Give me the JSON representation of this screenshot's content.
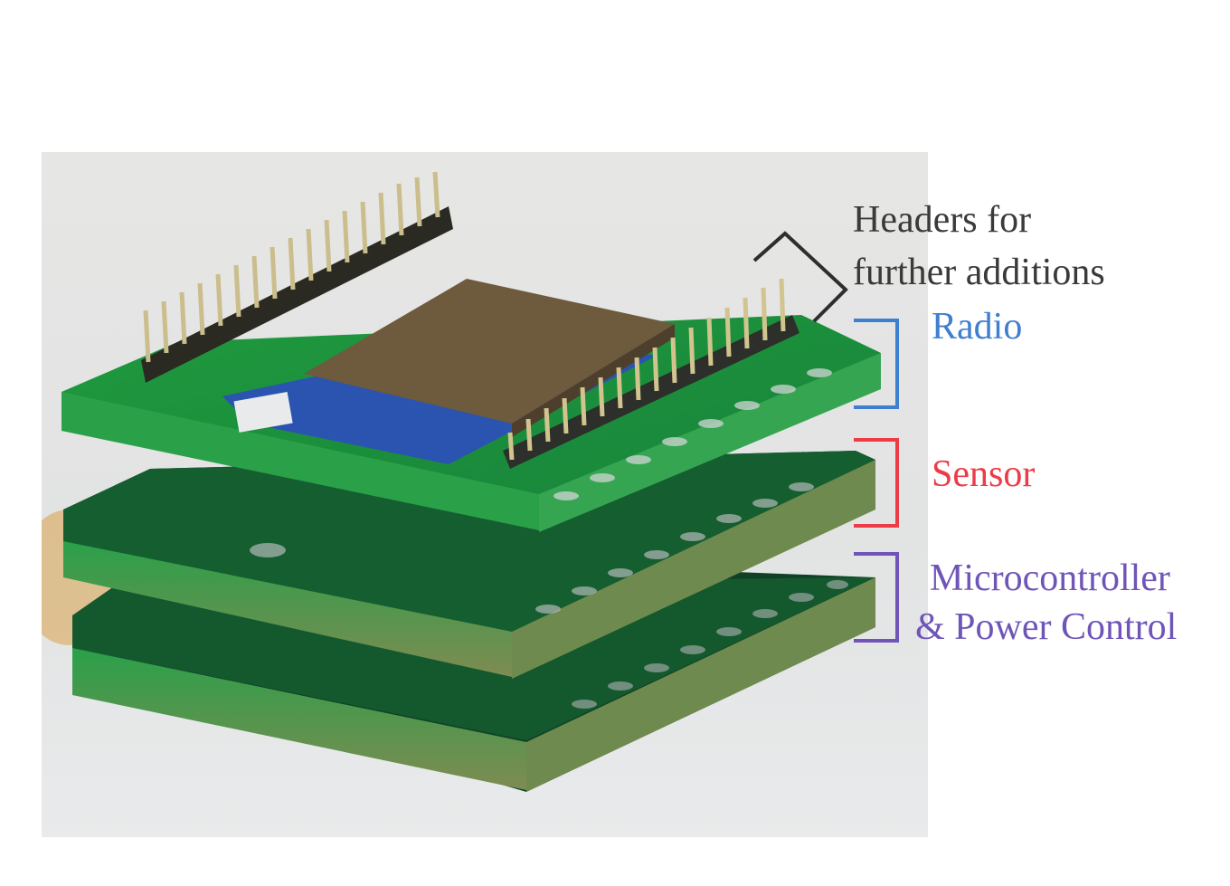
{
  "figure": {
    "type": "annotated-photo",
    "subject": "stacked PCB sensor node modules"
  },
  "annotations": {
    "headers": {
      "line1": "Headers for",
      "line2": "further additions",
      "color": "#3a3a3a",
      "marker": "chevron-bracket"
    },
    "radio": {
      "label": "Radio",
      "color": "#3f7fcf",
      "marker": "bracket"
    },
    "sensor": {
      "label": "Sensor",
      "color": "#ec3c47",
      "marker": "bracket"
    },
    "microcontroller": {
      "line1": "Microcontroller",
      "line2": "& Power Control",
      "color": "#6f55b8",
      "marker": "bracket"
    }
  },
  "colors": {
    "pcb_green": "#1f9a3e",
    "pcb_edge": "#7a8f55",
    "radio_module_blue": "#2a54b0",
    "shield_can": "#6e5a3c",
    "pin_gold": "#c9b98a",
    "background": "#e4e4e2"
  }
}
